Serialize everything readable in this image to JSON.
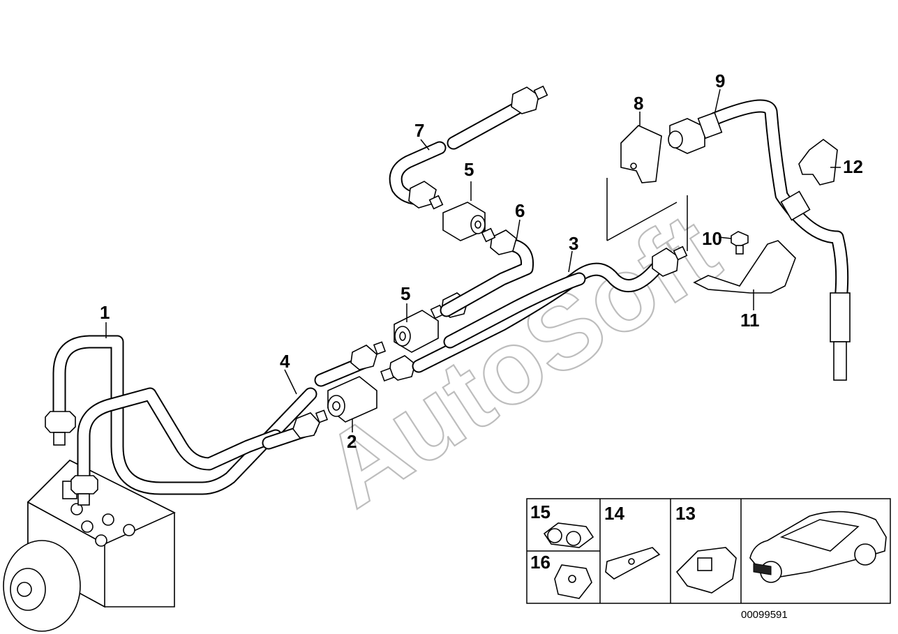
{
  "callouts": {
    "p1": "1",
    "p2": "2",
    "p3": "3",
    "p4": "4",
    "p5a": "5",
    "p5b": "5",
    "p6": "6",
    "p7": "7",
    "p8": "8",
    "p9": "9",
    "p10": "10",
    "p11": "11",
    "p12": "12",
    "p13": "13",
    "p14": "14",
    "p15": "15",
    "p16": "16"
  },
  "watermark": "AutoSoft",
  "part_number": "00099591",
  "colors": {
    "line": "#000000",
    "watermark": "#bdbdbd",
    "background": "#ffffff"
  }
}
